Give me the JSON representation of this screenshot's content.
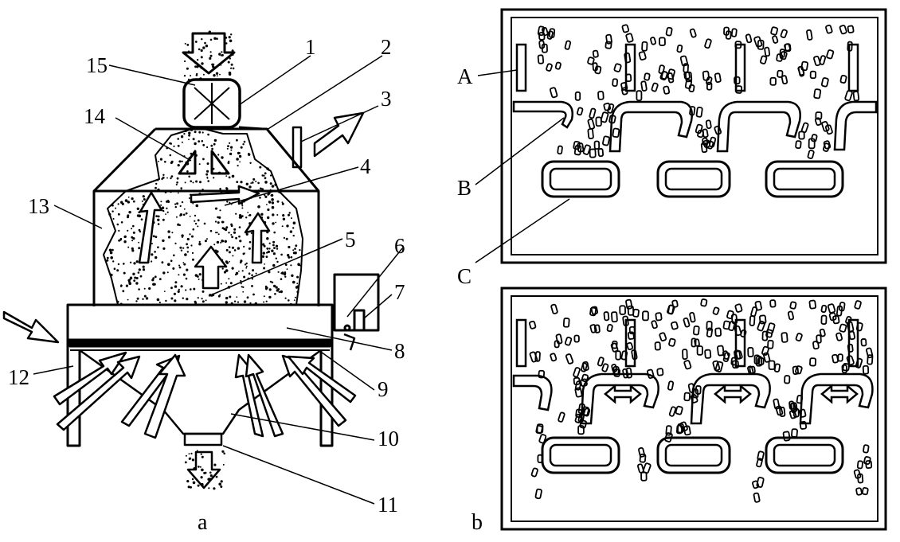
{
  "figure_a": {
    "caption": "a",
    "part_labels": [
      "15",
      "1",
      "2",
      "3",
      "14",
      "4",
      "13",
      "5",
      "6",
      "7",
      "8",
      "12",
      "9",
      "10",
      "11"
    ]
  },
  "figure_b": {
    "caption": "b",
    "part_labels": [
      "A",
      "B",
      "C"
    ]
  }
}
